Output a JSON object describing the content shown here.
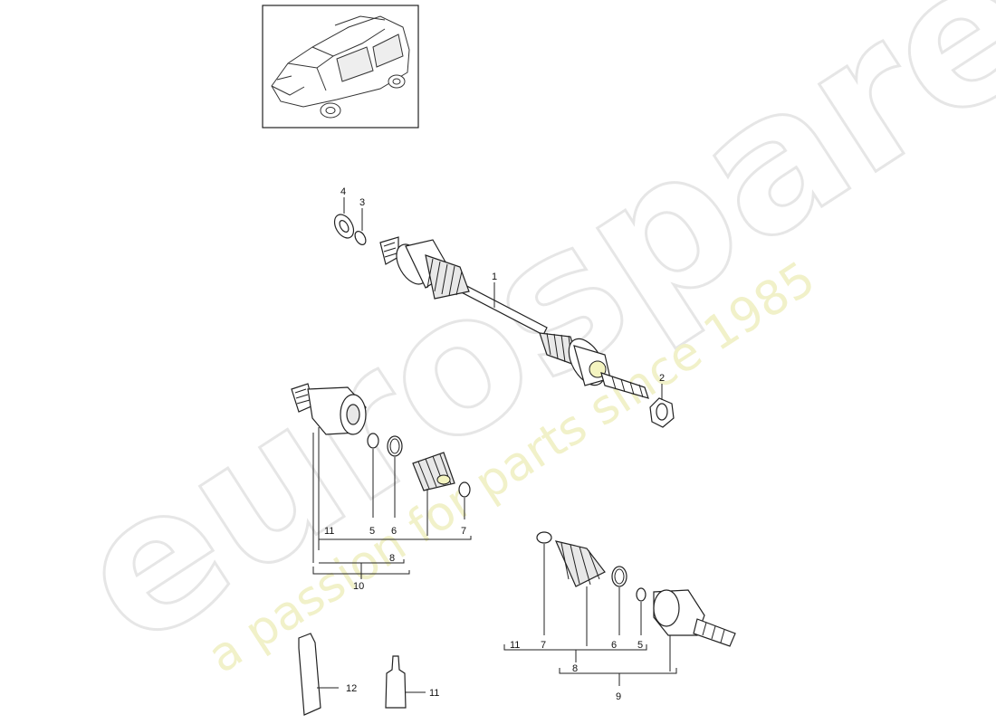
{
  "watermark": {
    "brand": "eurospares",
    "tagline": "a passion for parts since 1985"
  },
  "callouts": {
    "c1": "1",
    "c2": "2",
    "c3": "3",
    "c4": "4",
    "c5a": "5",
    "c6a": "6",
    "c7a": "7",
    "c11a": "11",
    "c8a": "8",
    "c10": "10",
    "c7b": "7",
    "c6b": "6",
    "c5b": "5",
    "c11b": "11",
    "c8b": "8",
    "c9": "9",
    "c12": "12",
    "c11c": "11"
  }
}
